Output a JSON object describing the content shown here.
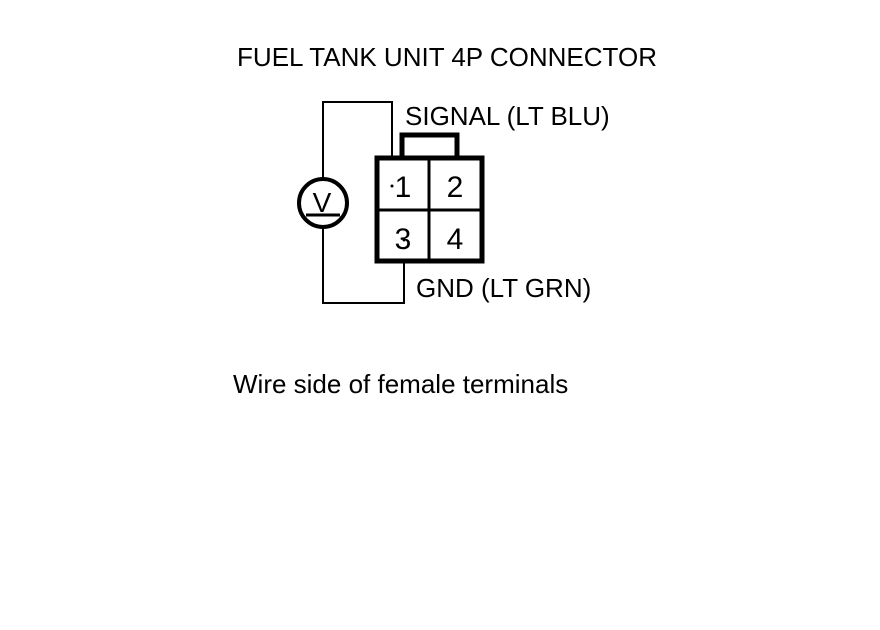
{
  "diagram": {
    "title": "FUEL TANK UNIT 4P CONNECTOR",
    "signal_label": "SIGNAL (LT BLU)",
    "ground_label": "GND (LT GRN)",
    "caption": "Wire side of female terminals",
    "meter_symbol": "V",
    "meter_icon": "voltmeter-icon",
    "terminals": [
      "1",
      "2",
      "3",
      "4"
    ],
    "colors": {
      "line": "#000000",
      "background": "#ffffff"
    }
  }
}
